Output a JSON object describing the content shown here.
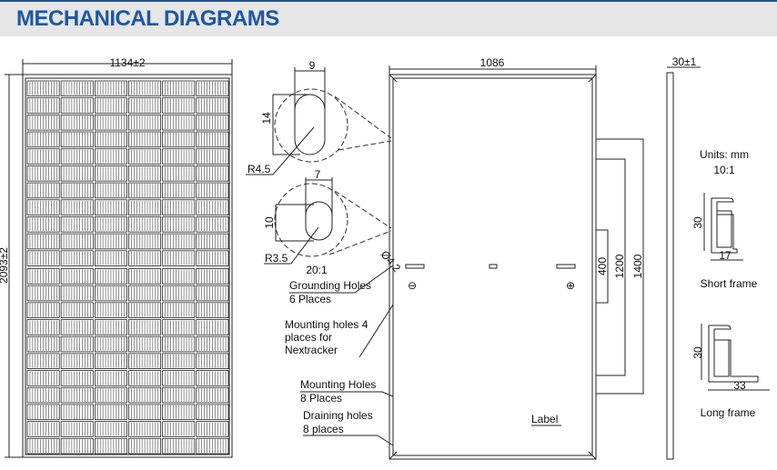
{
  "header": {
    "title": "MECHANICAL DIAGRAMS",
    "accent_color": "#1b57a8"
  },
  "front_view": {
    "width_label": "1134±2",
    "height_label": "2093±2"
  },
  "rear_view": {
    "width_label": "1086",
    "dims": [
      "400",
      "1200",
      "1400"
    ],
    "label_text": "Label",
    "minus_symbol": "⊖",
    "plus_symbol": "⊕"
  },
  "detail_1": {
    "width": "9",
    "height": "14",
    "radius": "R4.5"
  },
  "detail_2": {
    "width": "7",
    "height": "10",
    "radius": "R3.5",
    "scale": "20:1",
    "hole": "Ø4.2"
  },
  "callouts": {
    "grounding": [
      "Grounding Holes",
      "6 Places"
    ],
    "mounting_nx": [
      "Mounting holes 4",
      "places for",
      "Nextracker"
    ],
    "mounting": [
      "Mounting Holes",
      "8 Places"
    ],
    "draining": [
      "Draining holes",
      "8 places"
    ]
  },
  "side_view": {
    "thickness_label": "30±1"
  },
  "frames": {
    "units": "Units: mm",
    "scale": "10:1",
    "short": {
      "height": "30",
      "width": "17",
      "label": "Short frame"
    },
    "long": {
      "height": "30",
      "width": "33",
      "label": "Long frame"
    }
  }
}
